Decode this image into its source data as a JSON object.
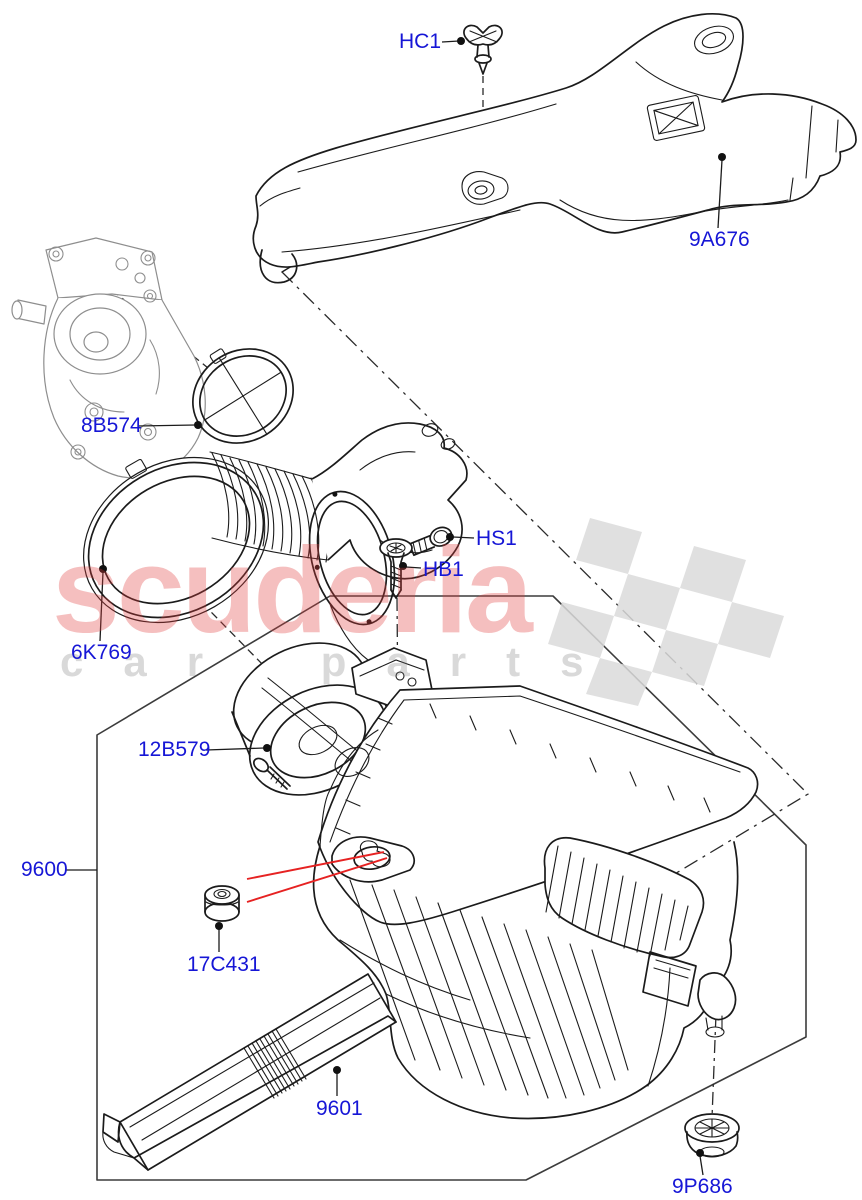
{
  "diagram": {
    "type": "exploded-parts-diagram",
    "subject": "air-cleaner-and-intake-assembly",
    "part_labels": [
      {
        "code": "HC1"
      },
      {
        "code": "9A676"
      },
      {
        "code": "8B574"
      },
      {
        "code": "HS1"
      },
      {
        "code": "HB1"
      },
      {
        "code": "6K769"
      },
      {
        "code": "12B579"
      },
      {
        "code": "9600"
      },
      {
        "code": "17C431"
      },
      {
        "code": "9601"
      },
      {
        "code": "9P686"
      }
    ],
    "colors": {
      "label_blue": "#1616d6",
      "line_black": "#1b1b1b",
      "highlight_red": "#e62222",
      "watermark_red": "rgba(224,60,60,0.33)",
      "watermark_gray": "rgba(120,120,120,0.28)",
      "flag_gray": "#dadada"
    }
  },
  "watermark": {
    "brand": "scuderia",
    "tagline": "car parts"
  }
}
